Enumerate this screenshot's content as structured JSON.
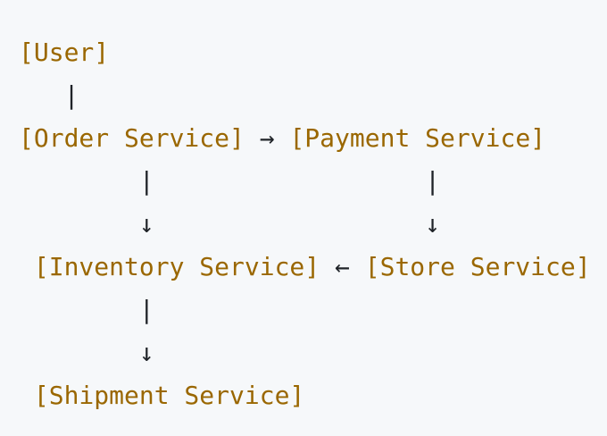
{
  "diagram": {
    "kind": "ascii-architecture-diagram",
    "colors": {
      "background": "#f6f8fa",
      "service": "#9a6700",
      "connector": "#1f2328"
    },
    "lines": [
      [
        {
          "text": "[User]",
          "role": "service"
        }
      ],
      [
        {
          "text": "   |",
          "role": "connector"
        }
      ],
      [
        {
          "text": "[Order Service]",
          "role": "service"
        },
        {
          "text": " → ",
          "role": "connector"
        },
        {
          "text": "[Payment Service]",
          "role": "service"
        }
      ],
      [
        {
          "text": "        |                  |",
          "role": "connector"
        }
      ],
      [
        {
          "text": "        ↓                  ↓",
          "role": "connector"
        }
      ],
      [
        {
          "text": " ",
          "role": "connector"
        },
        {
          "text": "[Inventory Service]",
          "role": "service"
        },
        {
          "text": " ← ",
          "role": "connector"
        },
        {
          "text": "[Store Service]",
          "role": "service"
        }
      ],
      [
        {
          "text": "        |",
          "role": "connector"
        }
      ],
      [
        {
          "text": "        ↓",
          "role": "connector"
        }
      ],
      [
        {
          "text": " ",
          "role": "connector"
        },
        {
          "text": "[Shipment Service]",
          "role": "service"
        }
      ]
    ]
  }
}
